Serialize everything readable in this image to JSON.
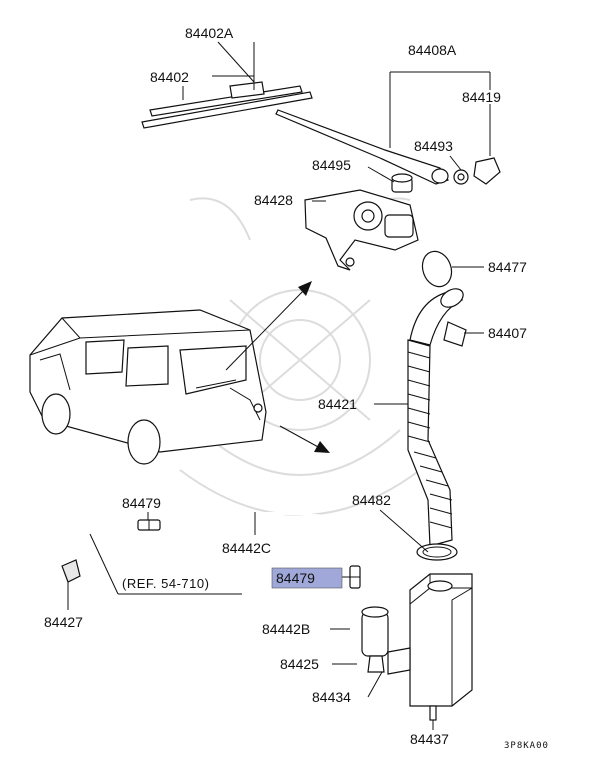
{
  "diagram": {
    "labels": {
      "p84402A": "84402A",
      "p84402": "84402",
      "p84408A": "84408A",
      "p84419": "84419",
      "p84493": "84493",
      "p84495": "84495",
      "p84428": "84428",
      "p84477": "84477",
      "p84407": "84407",
      "p84421": "84421",
      "p84482": "84482",
      "p84479_top": "84479",
      "p84442C": "84442C",
      "p84427": "84427",
      "ref": "(REF. 54-710)",
      "p84479_hl": "84479",
      "p84442B": "84442B",
      "p84425": "84425",
      "p84434": "84434",
      "p84437": "84437",
      "code": "3P8KA00"
    },
    "highlight_color": "#9fa8d8"
  }
}
